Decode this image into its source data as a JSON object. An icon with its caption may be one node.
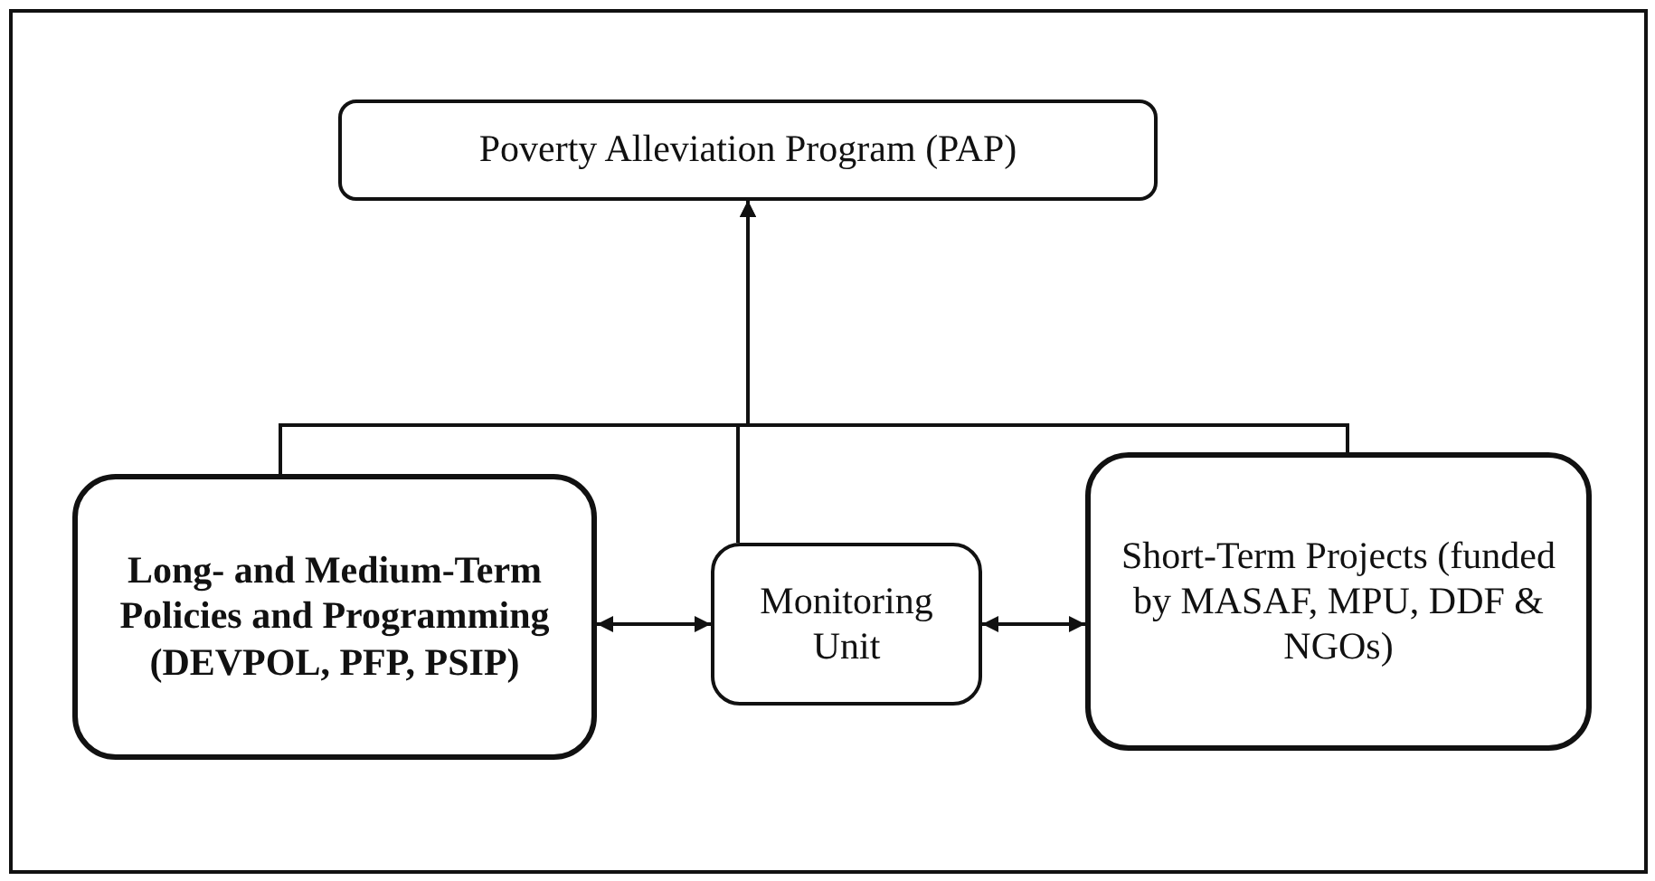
{
  "diagram": {
    "nodes": [
      {
        "text": [
          "Poverty Alleviation Program (PAP)"
        ]
      },
      {
        "text": [
          "Long- and Medium-Term Policies and Programming (DEVPOL, PFP, PSIP)"
        ]
      },
      {
        "text": [
          "Monitoring Unit"
        ]
      },
      {
        "text": [
          "Short-Term Projects (funded by MASAF, MPU, DDF & NGOs)"
        ]
      }
    ],
    "edges": [
      {
        "from": 1,
        "to": 0,
        "arrow": "to"
      },
      {
        "from": 2,
        "to": 0,
        "arrow": "to"
      },
      {
        "from": 3,
        "to": 0,
        "arrow": "to"
      },
      {
        "from": 1,
        "to": 2,
        "arrow": "both"
      },
      {
        "from": 2,
        "to": 3,
        "arrow": "both"
      }
    ]
  }
}
